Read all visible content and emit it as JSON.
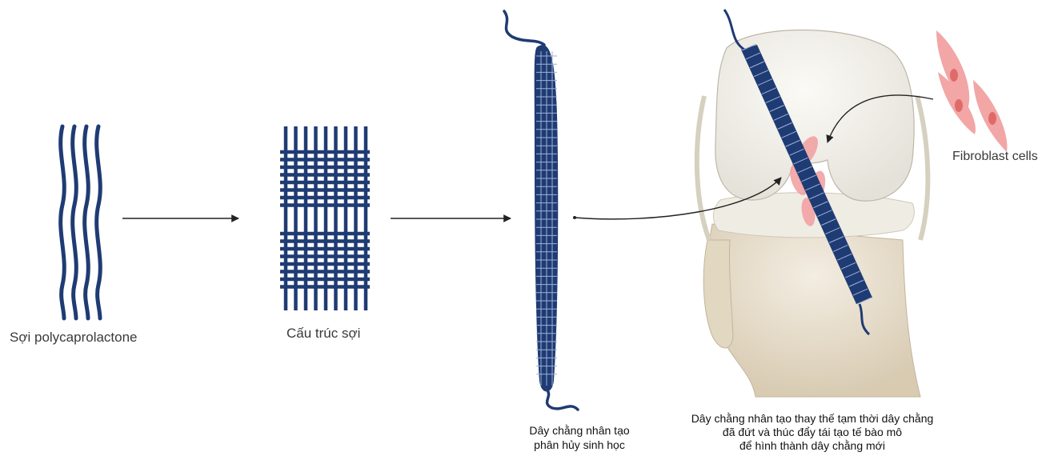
{
  "labels": {
    "fiber": "Sợi polycaprolactone",
    "structure": "Cấu trúc sợi",
    "fibroblast": "Fibroblast cells",
    "ligament_line1": "Dây chằng nhân tạo",
    "ligament_line2": "phân hủy sinh học",
    "knee_line1": "Dây chằng nhân tạo thay thế tạm thời dây chằng",
    "knee_line2": "đã đứt và thúc đẩy tái tạo tế bào mô",
    "knee_line3": "để hình thành dây chằng mới"
  },
  "colors": {
    "fiber_blue": "#1f3b73",
    "arrow": "#222222",
    "fibroblast_pink": "#f0a0a0",
    "bone": "#eae2d2",
    "cartilage": "#f4f4f1"
  }
}
